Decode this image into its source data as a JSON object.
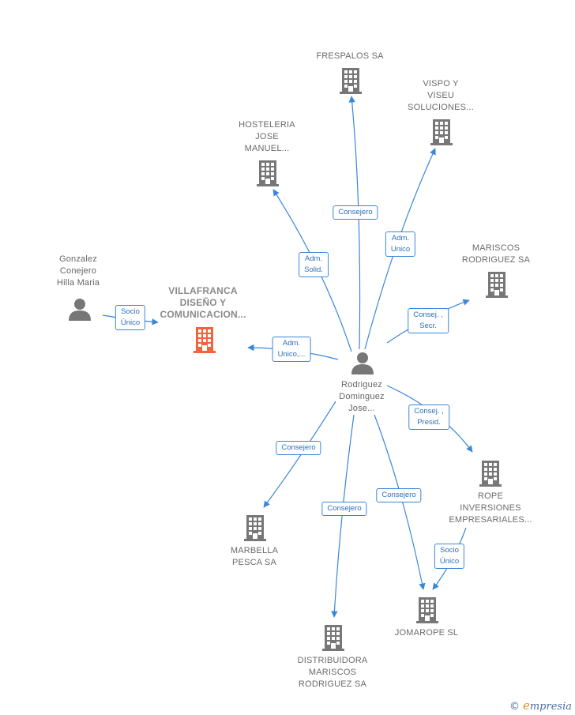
{
  "colors": {
    "edge": "#3b86d9",
    "building": "#777777",
    "focus_building": "#f2643c",
    "person": "#777777"
  },
  "nodes": {
    "center_person": {
      "label": "Rodriguez\nDominguez\nJose...",
      "icon": "person-icon"
    },
    "gonzalez": {
      "label": "Gonzalez\nConejero\nHilla Maria",
      "icon": "person-icon"
    },
    "villafranca": {
      "label": "VILLAFRANCA\nDISEÑO Y\nCOMUNICACION...",
      "icon": "building-icon"
    },
    "frespalos": {
      "label": "FRESPALOS SA",
      "icon": "building-icon"
    },
    "vispo": {
      "label": "VISPO Y\nVISEU\nSOLUCIONES...",
      "icon": "building-icon"
    },
    "hosteleria": {
      "label": "HOSTELERIA\nJOSE\nMANUEL...",
      "icon": "building-icon"
    },
    "mariscos_rodriguez": {
      "label": "MARISCOS\nRODRIGUEZ SA",
      "icon": "building-icon"
    },
    "rope": {
      "label": "ROPE\nINVERSIONES\nEMPRESARIALES...",
      "icon": "building-icon"
    },
    "marbella": {
      "label": "MARBELLA\nPESCA SA",
      "icon": "building-icon"
    },
    "distribuidora": {
      "label": "DISTRIBUIDORA\nMARISCOS\nRODRIGUEZ SA",
      "icon": "building-icon"
    },
    "jomarope": {
      "label": "JOMAROPE SL",
      "icon": "building-icon"
    }
  },
  "edges": {
    "frespalos": "Consejero",
    "vispo": "Adm.\nUnico",
    "hosteleria": "Adm.\nSolid.",
    "mariscos_rodriguez": "Consej. ,\nSecr.",
    "villafranca": "Adm.\nUnico,...",
    "gonzalez_villafranca": "Socio\nÚnico",
    "rope": "Consej. ,\nPresid.",
    "marbella": "Consejero",
    "distribuidora": "Consejero",
    "jomarope": "Consejero",
    "rope_jomarope": "Socio\nÚnico"
  },
  "brand": {
    "copyright": "©",
    "initial": "e",
    "rest": "mpresia"
  }
}
